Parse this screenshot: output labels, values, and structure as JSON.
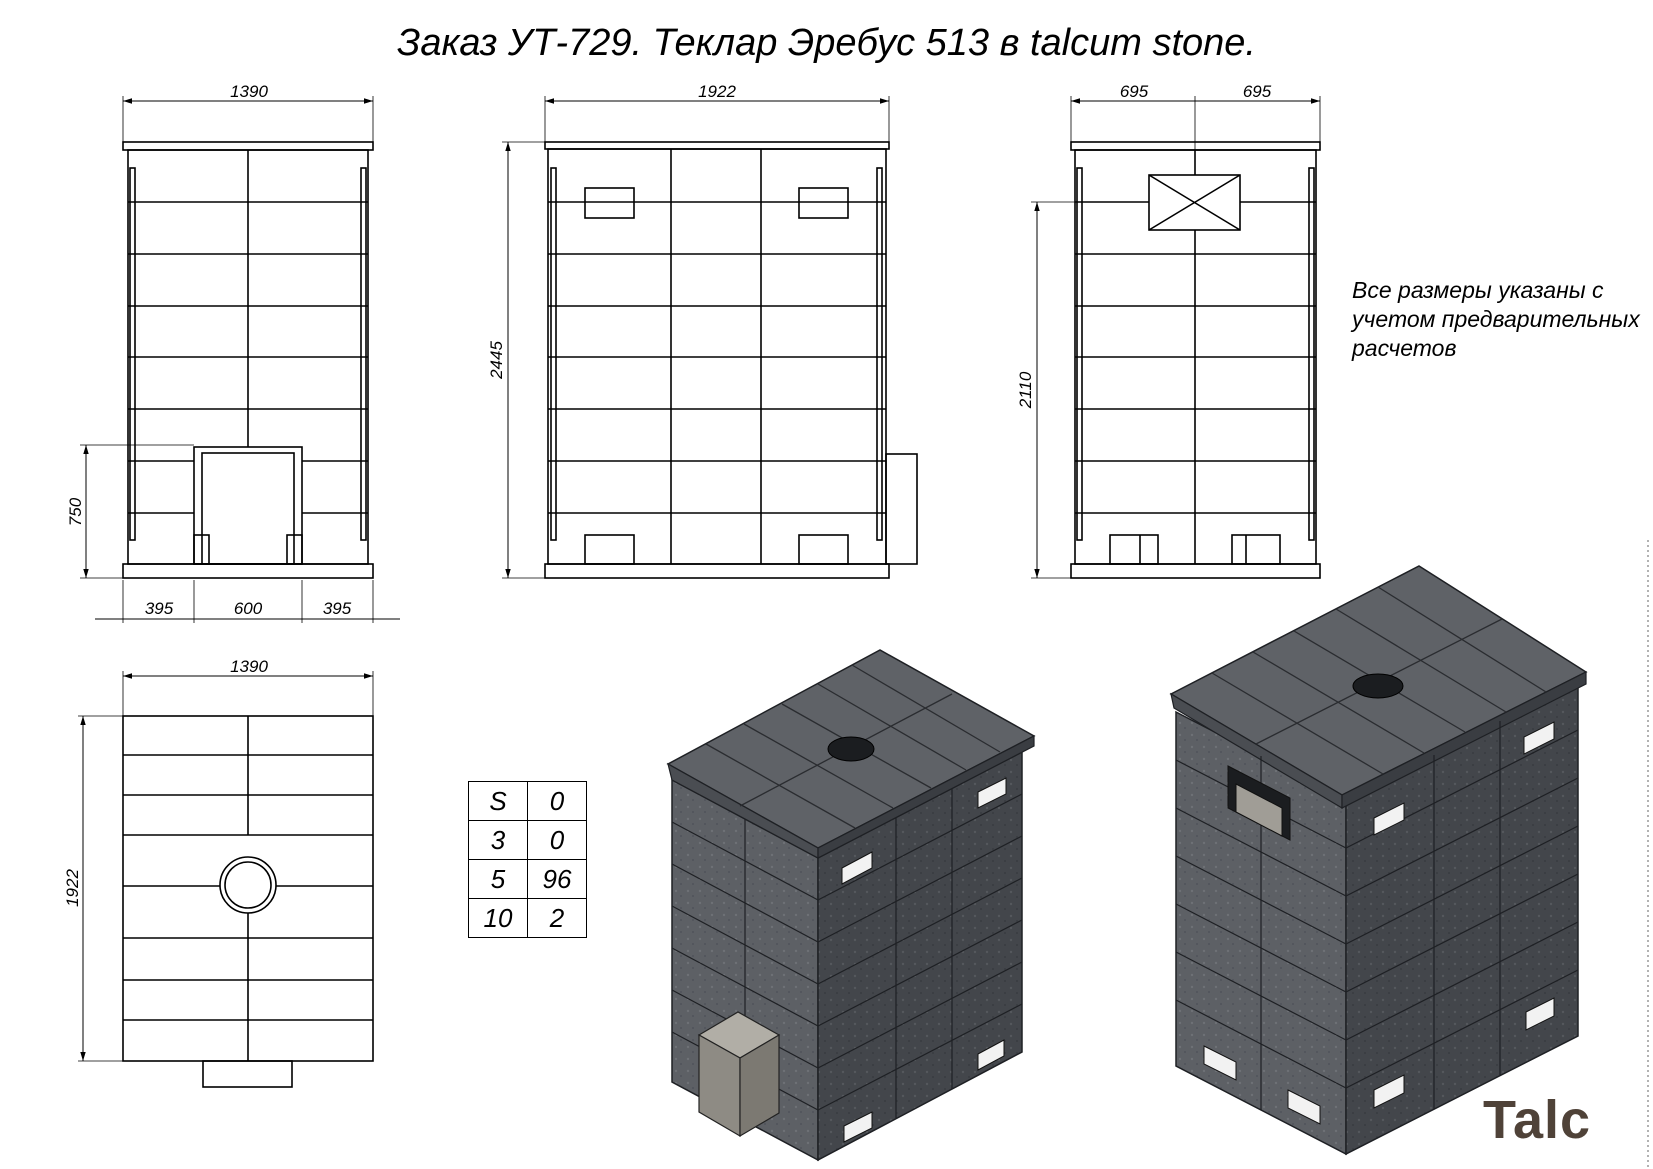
{
  "title": "Заказ УТ-729. Теклар Эребус 513 в talcum stone.",
  "note": "Все размеры указаны с учетом предварительных расчетов",
  "dimensions": {
    "front_width": "1390",
    "front_door_height": "750",
    "front_left": "395",
    "front_door_width": "600",
    "front_right": "395",
    "side_width": "1922",
    "side_height": "2445",
    "back_half_left": "695",
    "back_half_right": "695",
    "back_height": "2110",
    "top_width": "1390",
    "top_depth": "1922"
  },
  "spec_table": [
    [
      "S",
      "0"
    ],
    [
      "3",
      "0"
    ],
    [
      "5",
      "96"
    ],
    [
      "10",
      "2"
    ]
  ],
  "logo": "Talc",
  "colors": {
    "stone_dark": "#3d4045",
    "stone_light": "#6a6d72",
    "stone_top": "#5a5d62",
    "door_box": "#8e8b84",
    "logo": "#4f4238"
  }
}
